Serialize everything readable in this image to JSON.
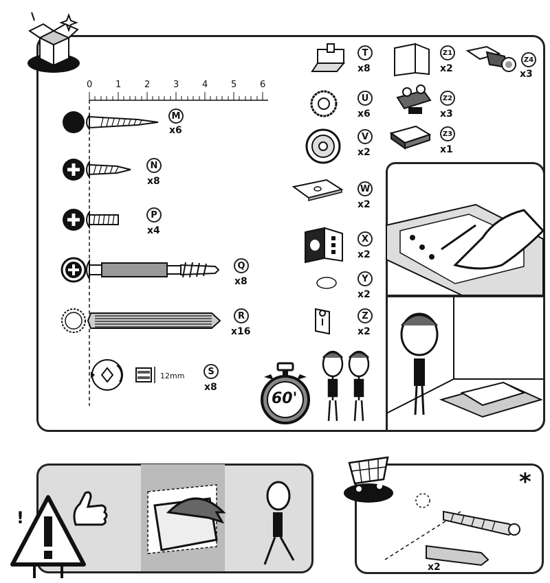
{
  "ruler": {
    "ticks": [
      "0",
      "1",
      "2",
      "3",
      "4",
      "5",
      "6"
    ]
  },
  "parts_left": [
    {
      "letter": "M",
      "qty": "x6"
    },
    {
      "letter": "N",
      "qty": "x8"
    },
    {
      "letter": "P",
      "qty": "x4"
    },
    {
      "letter": "Q",
      "qty": "x8"
    },
    {
      "letter": "R",
      "qty": "x16"
    },
    {
      "letter": "S",
      "qty": "x8"
    }
  ],
  "s_length": "12mm",
  "parts_mid": [
    {
      "letter": "T",
      "qty": "x8"
    },
    {
      "letter": "U",
      "qty": "x6"
    },
    {
      "letter": "V",
      "qty": "x2"
    },
    {
      "letter": "W",
      "qty": "x2"
    },
    {
      "letter": "X",
      "qty": "x2"
    },
    {
      "letter": "Y",
      "qty": "x2"
    },
    {
      "letter": "Z",
      "qty": "x2"
    }
  ],
  "parts_right": [
    {
      "letter": "Z1",
      "qty": "x2"
    },
    {
      "letter": "Z2",
      "qty": "x3"
    },
    {
      "letter": "Z3",
      "qty": "x1"
    },
    {
      "letter": "Z4",
      "qty": "x3"
    }
  ],
  "timer_label": "60'",
  "optional": {
    "qty": "x2",
    "marker": "*"
  },
  "warning_mark": "!"
}
